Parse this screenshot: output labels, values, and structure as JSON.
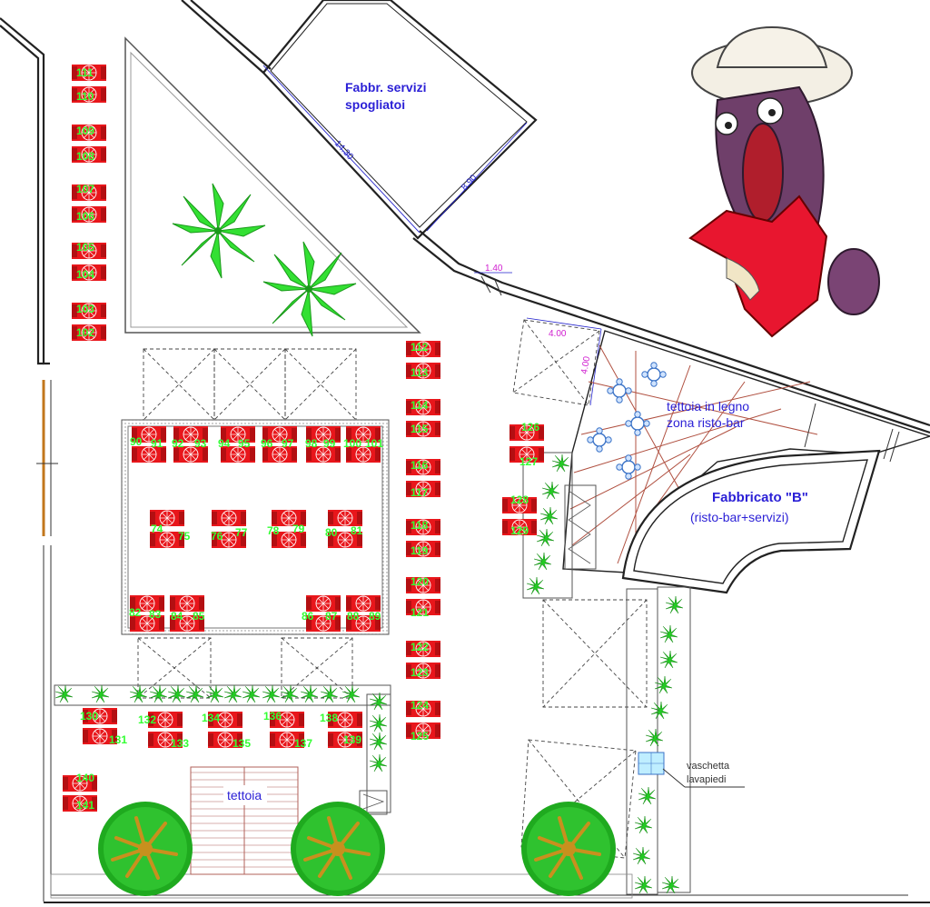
{
  "labels": {
    "servizi_line1": "Fabbr. servizi",
    "servizi_line2": "spogliatoi",
    "tettoia_legno_line1": "tettoia in legno",
    "tettoia_legno_line2": "zona risto-bar",
    "fabbricato_b": "Fabbricato \"B\"",
    "fabbricato_b_sub": "(risto-bar+servizi)",
    "tettoia": "tettoia",
    "vaschetta_line1": "vaschetta",
    "vaschetta_line2": "lavapiedi"
  },
  "dimensions": {
    "d1430": "14.30",
    "d890": "8.90",
    "d140": "1.40",
    "d400a": "4.00",
    "d400b": "4.00"
  },
  "umbrella_numbers": {
    "left_column": [
      "111",
      "110",
      "109",
      "108",
      "107",
      "106",
      "105",
      "104",
      "103",
      "102"
    ],
    "pergola_top": [
      "90",
      "91",
      "92",
      "93",
      "94",
      "95",
      "96",
      "97",
      "98",
      "99",
      "100",
      "101"
    ],
    "pergola_middle": [
      "74",
      "75",
      "76",
      "77",
      "78",
      "79",
      "80",
      "81"
    ],
    "pergola_bottom": [
      "82",
      "83",
      "84",
      "85",
      "86",
      "87",
      "88",
      "89"
    ],
    "right_column": [
      "112",
      "113",
      "114",
      "115",
      "116",
      "117",
      "118",
      "119",
      "120",
      "121",
      "122",
      "123",
      "124",
      "125"
    ],
    "near_bar": [
      "126",
      "127",
      "128",
      "129"
    ],
    "bottom_row": [
      "130",
      "131",
      "132",
      "133",
      "134",
      "135",
      "136",
      "137",
      "138",
      "139"
    ],
    "corner": [
      "140",
      "141"
    ]
  },
  "colors": {
    "umbrella": "#e8161b",
    "number": "#33ff33",
    "palm": "#22cc22",
    "tree": "#1faa1f",
    "trunk": "#c8901e",
    "label": "#2a1fd6",
    "dimension_magenta": "#d01fd0"
  },
  "icons": [
    "umbrella-icon",
    "palm-icon",
    "tree-icon",
    "mascot-icon",
    "table-icon"
  ]
}
